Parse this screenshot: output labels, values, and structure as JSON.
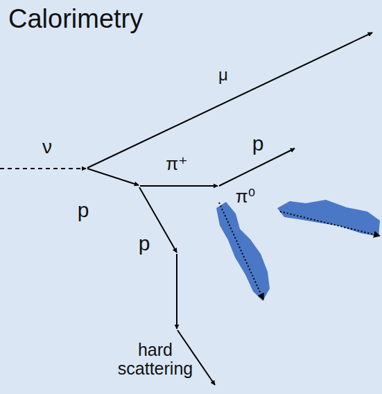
{
  "diagram": {
    "title": "Calorimetry",
    "labels": [
      "ν",
      "μ",
      "p",
      "π⁺",
      "p",
      "p",
      "π⁰",
      "hard scattering"
    ]
  }
}
